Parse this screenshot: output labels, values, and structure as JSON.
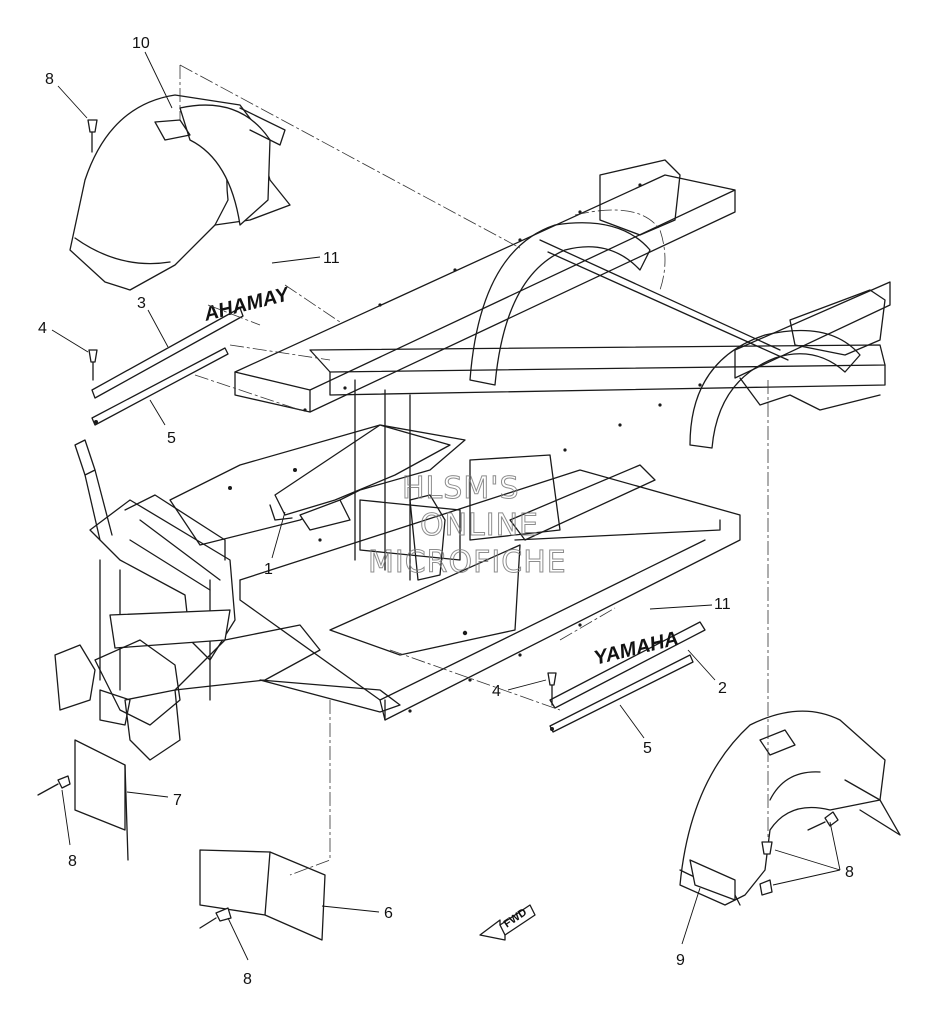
{
  "watermark": [
    "HLSM'S",
    "ONLINE",
    "MICROFICHE"
  ],
  "decals": {
    "left_mirrored": "AHAMAY",
    "right": "YAMAHA"
  },
  "callouts": {
    "c1": "1",
    "c2": "2",
    "c3": "3",
    "c4a": "4",
    "c4b": "4",
    "c5a": "5",
    "c5b": "5",
    "c6": "6",
    "c7": "7",
    "c8a": "8",
    "c8b": "8",
    "c8c": "8",
    "c8d": "8",
    "c9": "9",
    "c10": "10",
    "c11a": "11",
    "c11b": "11"
  },
  "direction_label": "FWD"
}
